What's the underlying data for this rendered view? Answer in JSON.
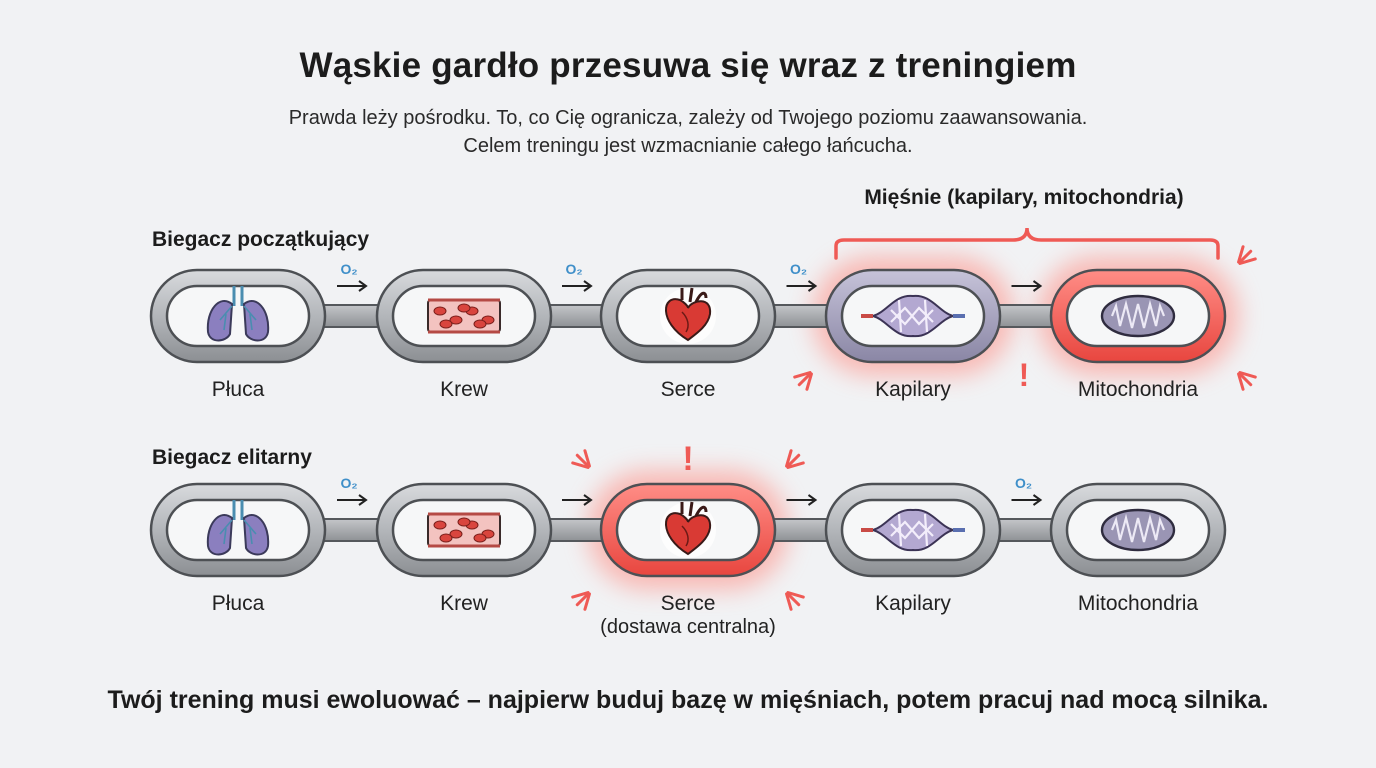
{
  "title": "Wąskie gardło przesuwa się wraz z treningiem",
  "subtitle": [
    "Prawda leży pośrodku. To, co Cię ogranicza, zależy od Twojego poziomu zaawansowania.",
    "Celem treningu jest wzmacnianie całego łańcucha."
  ],
  "muscle_bracket_label": "Mięśnie (kapilary, mitochondria)",
  "oxygen_symbol": "O₂",
  "alert_symbol": "!",
  "rows": [
    {
      "label": "Biegacz początkujący",
      "nodes": [
        {
          "label": "Płuca",
          "icon": "lungs-icon",
          "highlighted": false
        },
        {
          "label": "Krew",
          "icon": "blood-vessel-icon",
          "highlighted": false
        },
        {
          "label": "Serce",
          "icon": "heart-icon",
          "highlighted": false
        },
        {
          "label": "Kapilary",
          "icon": "capillary-icon",
          "highlighted": true
        },
        {
          "label": "Mitochondria",
          "icon": "mitochondria-icon",
          "highlighted": true
        }
      ],
      "oxygen_after": [
        true,
        true,
        true,
        false
      ]
    },
    {
      "label": "Biegacz elitarny",
      "nodes": [
        {
          "label": "Płuca",
          "icon": "lungs-icon",
          "highlighted": false
        },
        {
          "label": "Krew",
          "icon": "blood-vessel-icon",
          "highlighted": false
        },
        {
          "label": "Serce",
          "sublabel": "(dostawa centralna)",
          "icon": "heart-icon",
          "highlighted": true
        },
        {
          "label": "Kapilary",
          "icon": "capillary-icon",
          "highlighted": false
        },
        {
          "label": "Mitochondria",
          "icon": "mitochondria-icon",
          "highlighted": false
        }
      ],
      "oxygen_after": [
        true,
        false,
        false,
        true
      ]
    }
  ],
  "footer": "Twój trening musi ewoluować – najpierw buduj bazę w mięśniach, potem pracuj nad mocą silnika.",
  "colors": {
    "chain": "#8f9296",
    "chain_fill": "#c9cbcf",
    "highlight": "#ef5a55",
    "highlight_glow": "#ff8a80",
    "oxygen": "#3f8fc9",
    "capillary_link": "#8d89a6"
  }
}
